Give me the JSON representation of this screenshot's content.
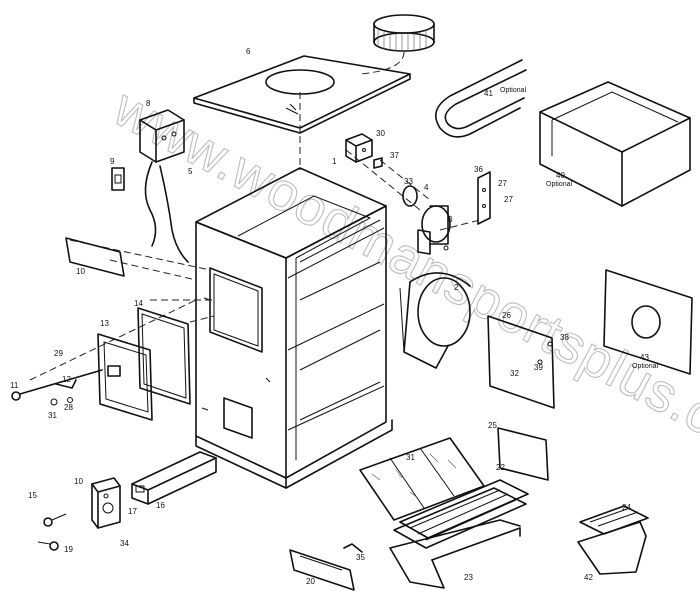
{
  "watermark": "www.woodmansportsplus.com",
  "optional_label": "Optional",
  "callouts": [
    {
      "id": "c1",
      "text": "1"
    },
    {
      "id": "c2",
      "text": "2"
    },
    {
      "id": "c3",
      "text": "3"
    },
    {
      "id": "c4",
      "text": "4"
    },
    {
      "id": "c5",
      "text": "5"
    },
    {
      "id": "c6",
      "text": "6"
    },
    {
      "id": "c8",
      "text": "8"
    },
    {
      "id": "c9",
      "text": "9"
    },
    {
      "id": "c10a",
      "text": "10"
    },
    {
      "id": "c10b",
      "text": "10"
    },
    {
      "id": "c11",
      "text": "11"
    },
    {
      "id": "c12",
      "text": "12"
    },
    {
      "id": "c13",
      "text": "13"
    },
    {
      "id": "c14",
      "text": "14"
    },
    {
      "id": "c15",
      "text": "15"
    },
    {
      "id": "c16",
      "text": "16"
    },
    {
      "id": "c17",
      "text": "17"
    },
    {
      "id": "c19",
      "text": "19"
    },
    {
      "id": "c20",
      "text": "20"
    },
    {
      "id": "c22",
      "text": "22"
    },
    {
      "id": "c23",
      "text": "23"
    },
    {
      "id": "c24",
      "text": "24"
    },
    {
      "id": "c25",
      "text": "25"
    },
    {
      "id": "c26",
      "text": "26"
    },
    {
      "id": "c27a",
      "text": "27"
    },
    {
      "id": "c27b",
      "text": "27"
    },
    {
      "id": "c28",
      "text": "28"
    },
    {
      "id": "c29",
      "text": "29"
    },
    {
      "id": "c30",
      "text": "30"
    },
    {
      "id": "c31a",
      "text": "31"
    },
    {
      "id": "c31b",
      "text": "31"
    },
    {
      "id": "c32",
      "text": "32"
    },
    {
      "id": "c33",
      "text": "33"
    },
    {
      "id": "c34",
      "text": "34"
    },
    {
      "id": "c35",
      "text": "35"
    },
    {
      "id": "c36",
      "text": "36"
    },
    {
      "id": "c37",
      "text": "37"
    },
    {
      "id": "c38",
      "text": "38"
    },
    {
      "id": "c39",
      "text": "39"
    },
    {
      "id": "c40",
      "text": "40"
    },
    {
      "id": "c41",
      "text": "41"
    },
    {
      "id": "c42",
      "text": "42"
    },
    {
      "id": "c43",
      "text": "43"
    }
  ]
}
